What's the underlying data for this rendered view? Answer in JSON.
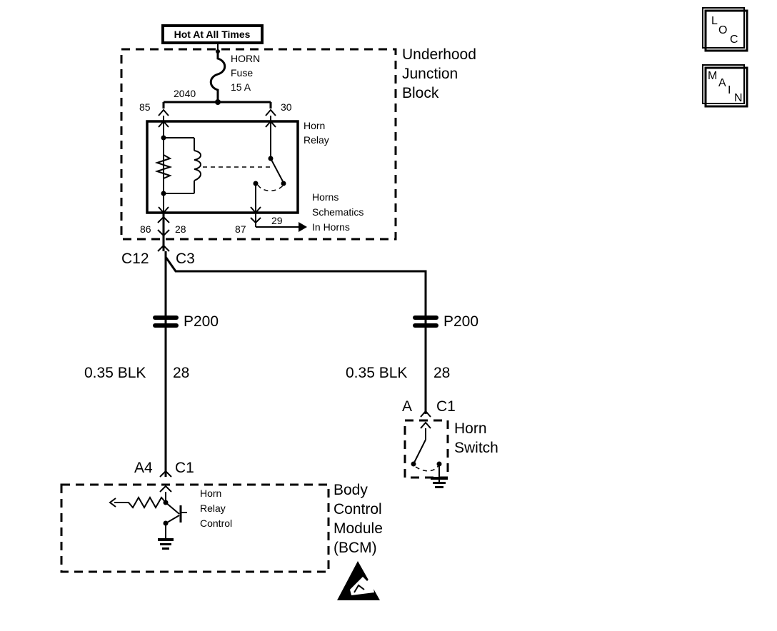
{
  "header": {
    "hot_label": "Hot At All Times"
  },
  "buttons": {
    "loc": {
      "c1": "L",
      "c2": "O",
      "c3": "C"
    },
    "main": {
      "c1": "M",
      "c2": "A",
      "c3": "I",
      "c4": "N"
    }
  },
  "underhood_block": {
    "title_line1": "Underhood",
    "title_line2": "Junction",
    "title_line3": "Block",
    "fuse_name": "HORN",
    "fuse_word": "Fuse",
    "fuse_rating": "15 A",
    "splice": "2040",
    "relay_line1": "Horn",
    "relay_line2": "Relay",
    "pin85": "85",
    "pin30": "30",
    "pin86": "86",
    "circuit28": "28",
    "pin87": "87",
    "circuit29": "29",
    "horns_line1": "Horns",
    "horns_line2": "Schematics",
    "horns_line3": "In Horns"
  },
  "connectors": {
    "c12": "C12",
    "c3": "C3",
    "left_p200": "P200",
    "right_p200": "P200",
    "left_wire_spec": "0.35 BLK",
    "left_wire_circuit": "28",
    "right_wire_spec": "0.35 BLK",
    "right_wire_circuit": "28",
    "a4": "A4",
    "bcm_c1": "C1",
    "switch_a": "A",
    "switch_c1": "C1"
  },
  "horn_switch": {
    "line1": "Horn",
    "line2": "Switch"
  },
  "bcm": {
    "line1": "Body",
    "line2": "Control",
    "line3": "Module",
    "line4": "(BCM)",
    "control_line1": "Horn",
    "control_line2": "Relay",
    "control_line3": "Control"
  },
  "icons": [
    "esd-warning-icon",
    "ground-icon"
  ]
}
